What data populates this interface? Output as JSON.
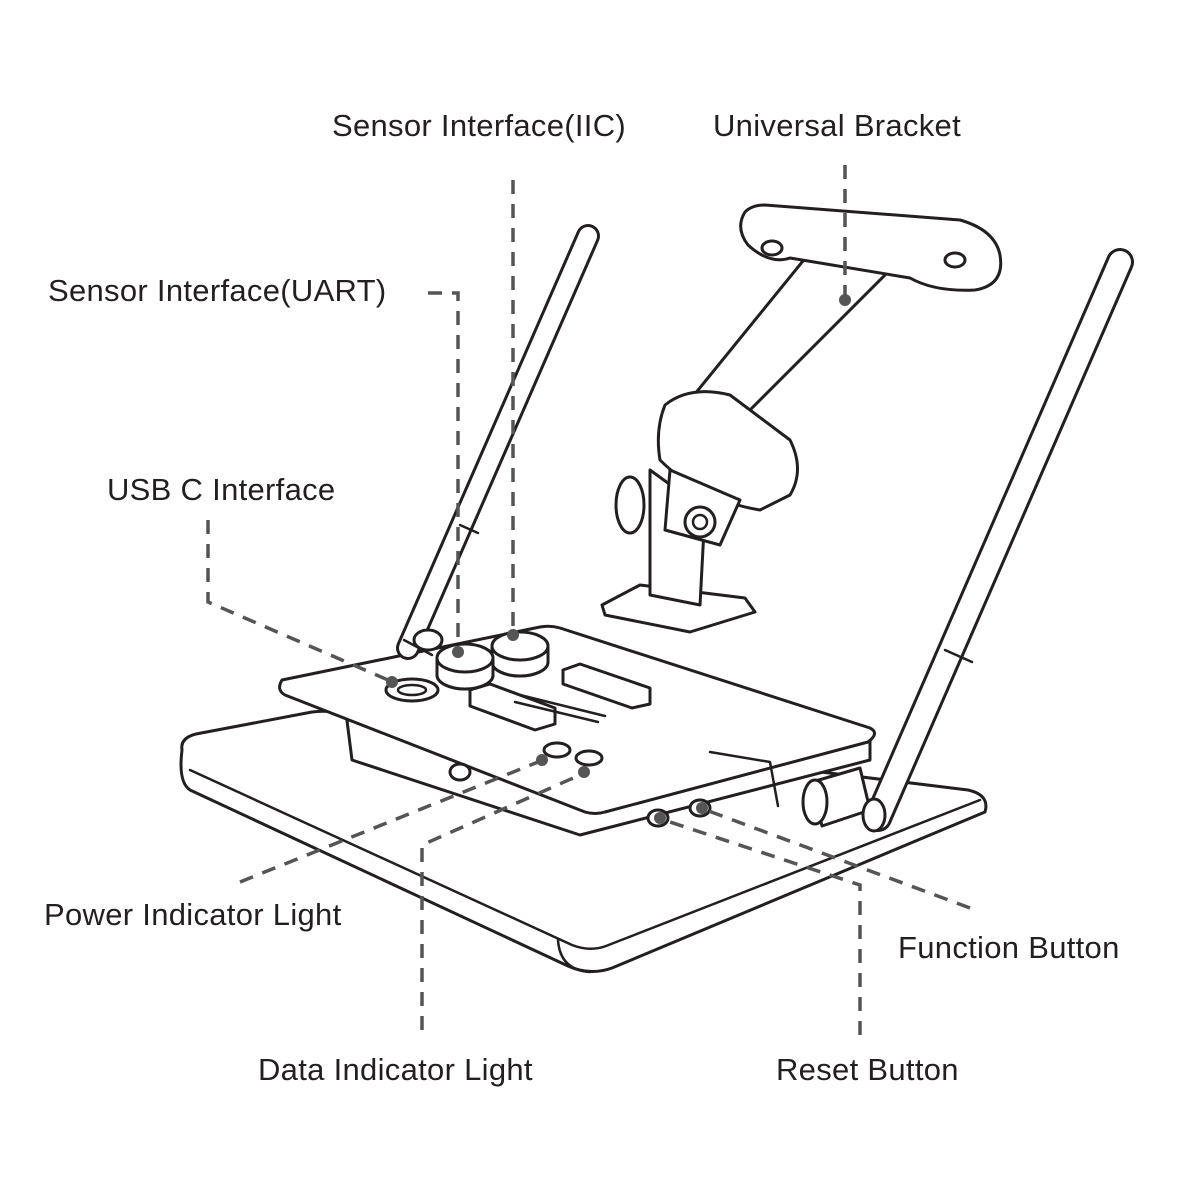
{
  "title": "Device component diagram",
  "labels": {
    "sensor_iic": "Sensor Interface(IIC)",
    "universal_bracket": "Universal Bracket",
    "sensor_uart": "Sensor Interface(UART)",
    "usb_c": "USB C Interface",
    "power_light": "Power Indicator Light",
    "function_button": "Function Button",
    "data_light": "Data Indicator Light",
    "reset_button": "Reset Button"
  },
  "colors": {
    "line": "#231f20",
    "leader": "#555555",
    "background": "#ffffff"
  }
}
